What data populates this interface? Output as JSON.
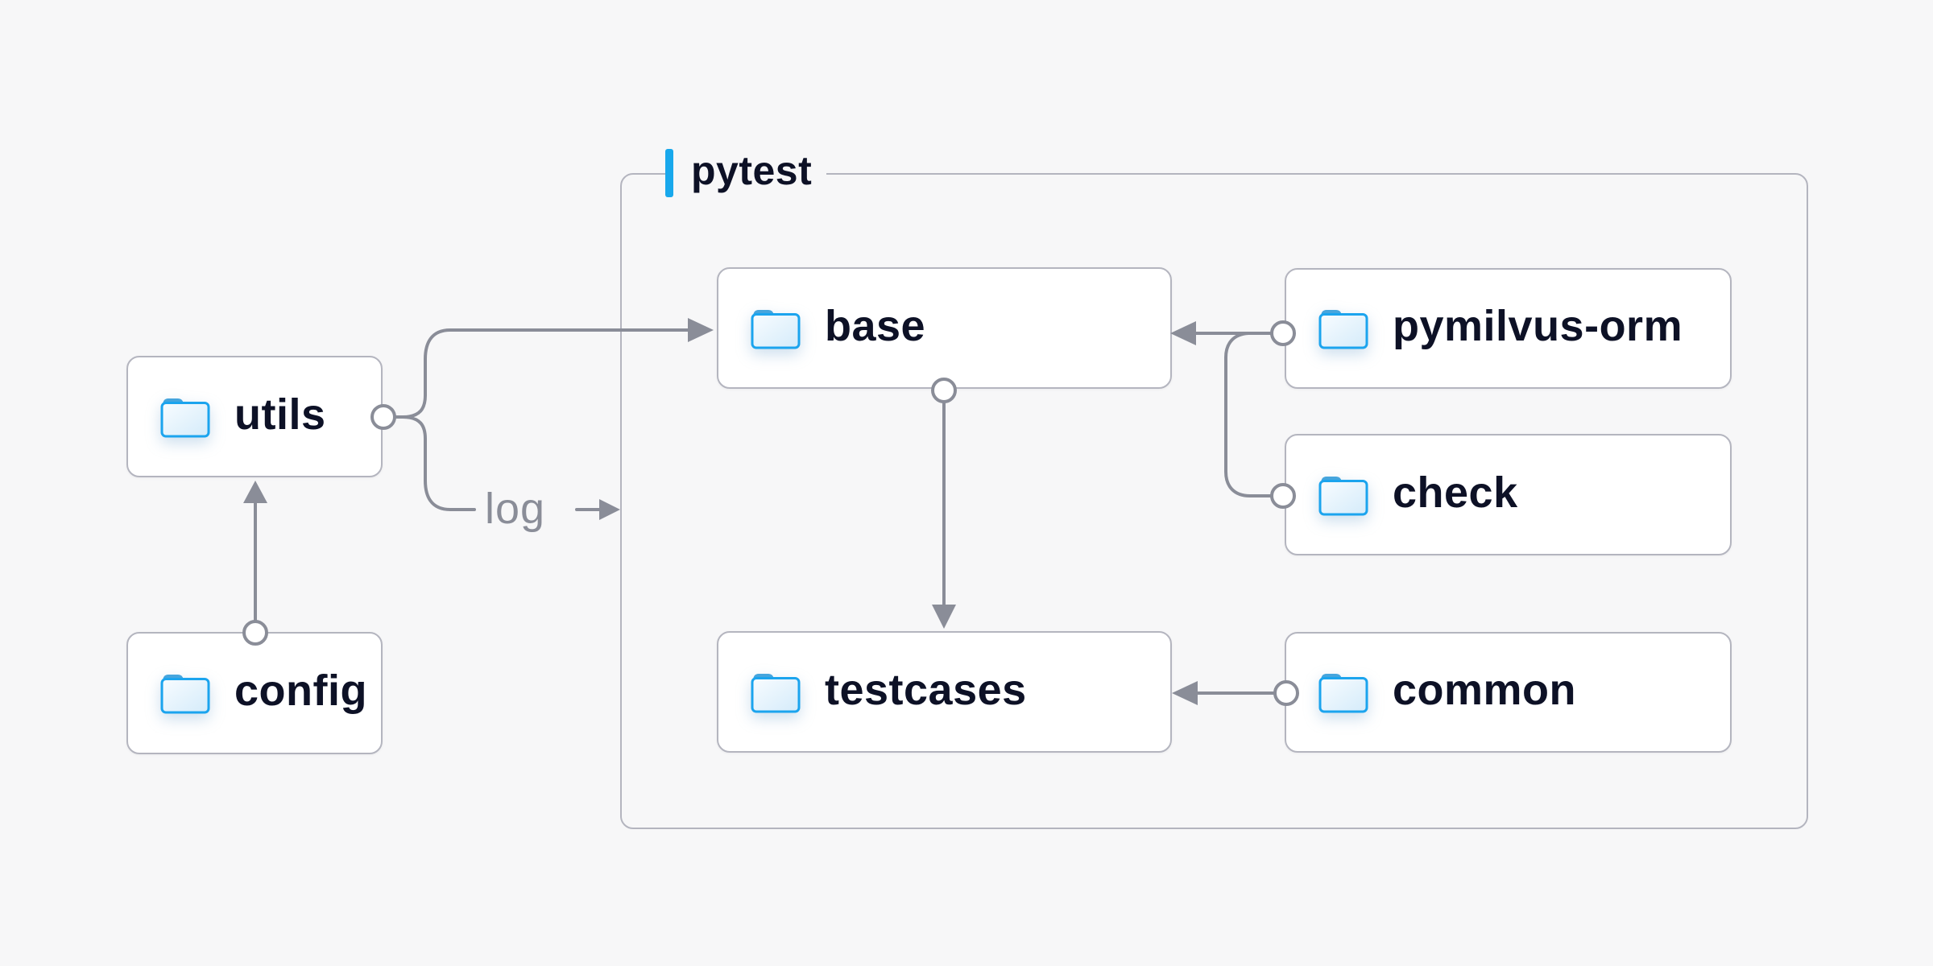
{
  "diagram": {
    "kind": "folder-dependency-diagram",
    "container": {
      "label": "pytest"
    },
    "nodes": {
      "utils": {
        "label": "utils"
      },
      "config": {
        "label": "config"
      },
      "base": {
        "label": "base"
      },
      "pymilvus_orm": {
        "label": "pymilvus-orm"
      },
      "check": {
        "label": "check"
      },
      "testcases": {
        "label": "testcases"
      },
      "common": {
        "label": "common"
      }
    },
    "edges": [
      {
        "from": "config",
        "to": "utils",
        "style": "arrow"
      },
      {
        "from": "utils",
        "to": "base",
        "style": "arrow"
      },
      {
        "from": "utils",
        "to": "log",
        "style": "labeled-arrow",
        "label": "log"
      },
      {
        "from": "base",
        "to": "testcases",
        "style": "arrow"
      },
      {
        "from": "pymilvus_orm",
        "to": "base",
        "style": "arrow"
      },
      {
        "from": "check",
        "to": "base",
        "style": "arrow-merge"
      },
      {
        "from": "common",
        "to": "testcases",
        "style": "arrow"
      }
    ],
    "edge_labels": {
      "log": "log"
    },
    "colors": {
      "background": "#f7f7f8",
      "node_fill": "#ffffff",
      "node_border": "#b4b5bf",
      "container_border": "#b4b5bf",
      "connector_gray": "#8a8d98",
      "text_navy": "#0d1126",
      "muted_gray_text": "#8a8d98",
      "accent_blue_bar": "#18a8ec",
      "folder_stroke_blue": "#1ba4ee",
      "folder_tab_blue": "#46a5dd"
    }
  }
}
